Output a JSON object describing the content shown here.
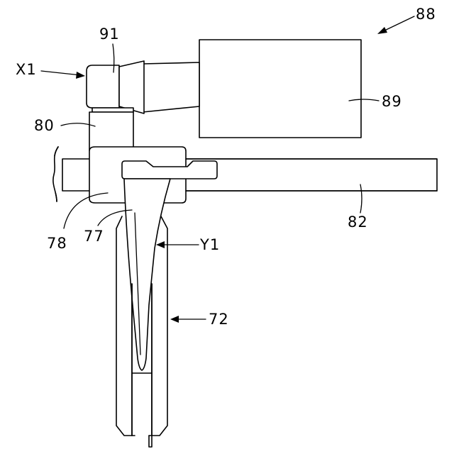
{
  "labels": {
    "ref_88": "88",
    "ref_91": "91",
    "ref_x1": "X1",
    "ref_89": "89",
    "ref_80": "80",
    "ref_82": "82",
    "ref_78": "78",
    "ref_77": "77",
    "ref_y1": "Y1",
    "ref_72": "72"
  }
}
